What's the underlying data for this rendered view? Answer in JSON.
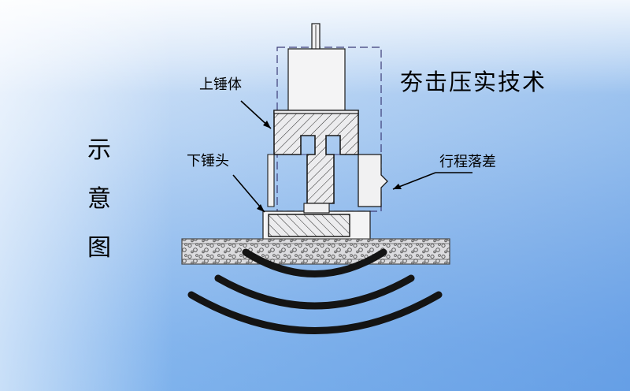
{
  "diagram": {
    "title": "夯击压实技术",
    "side_title": "示意图",
    "labels": {
      "upper_hammer": "上锤体",
      "lower_hammer_head": "下锤头",
      "stroke_drop": "行程落差"
    },
    "colors": {
      "background_top": "#eaf2fd",
      "background_bottom": "#8dbef0",
      "hammer_fill": "#e9e9ea",
      "hammer_stroke": "#1b1b1b",
      "guide_dash": "#3a3a6e",
      "ground_band": "#d9d9dc",
      "wave": "#161616",
      "text": "#000000"
    },
    "elements": [
      {
        "name": "upper-hammer-body",
        "desc": "hatched upper hammer block"
      },
      {
        "name": "lower-hammer-head",
        "desc": "hatched lower hammer head"
      },
      {
        "name": "piston-rod",
        "desc": "vertical rod at top"
      },
      {
        "name": "guide-frame",
        "desc": "dashed rectangular guide frame"
      },
      {
        "name": "ground-layer",
        "desc": "speckled compacted ground band"
      },
      {
        "name": "shock-wave-arcs",
        "desc": "three curved black arcs radiating downward"
      }
    ]
  }
}
